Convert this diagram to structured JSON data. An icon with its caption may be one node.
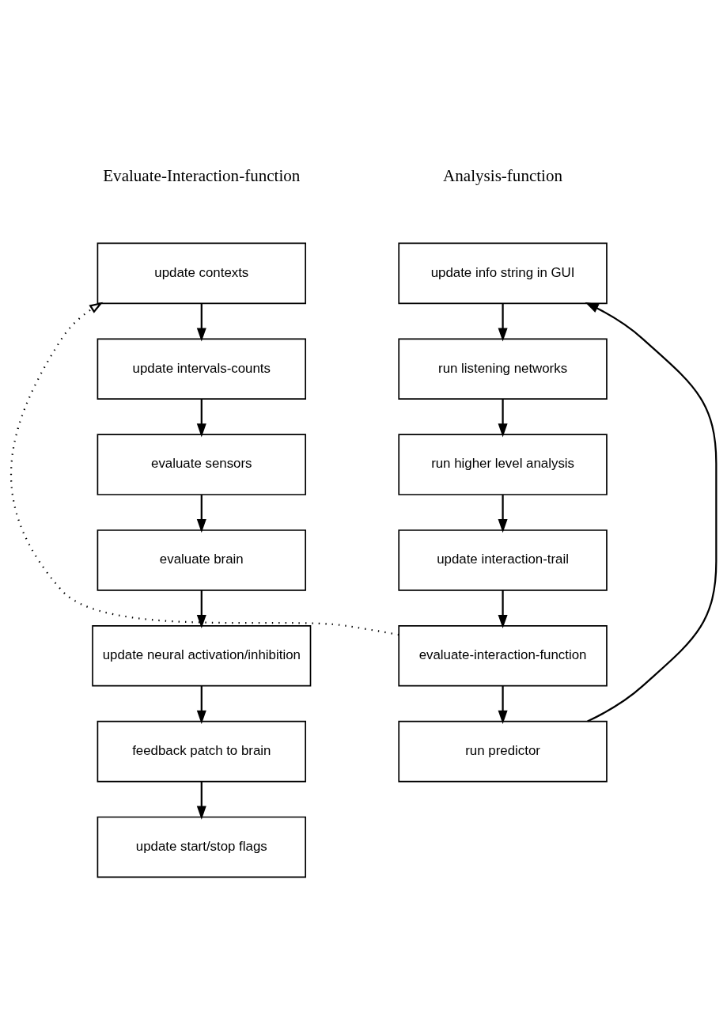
{
  "diagram": {
    "nodes": [
      {
        "text": [
          "update info string in GUI"
        ]
      },
      {
        "text": [
          "run listening networks"
        ]
      },
      {
        "text": [
          "run higher level analysis"
        ]
      },
      {
        "text": [
          "update interaction-trail"
        ]
      },
      {
        "text": [
          "evaluate-interaction-function"
        ]
      },
      {
        "text": [
          "run predictor"
        ]
      },
      {
        "text": [
          "update contexts"
        ]
      },
      {
        "text": [
          "update intervals-counts"
        ]
      },
      {
        "text": [
          "evaluate sensors"
        ]
      },
      {
        "text": [
          "evaluate brain"
        ]
      },
      {
        "text": [
          "update neural activation/inhibition"
        ]
      },
      {
        "text": [
          "feedback patch to brain"
        ]
      },
      {
        "text": [
          "update start/stop flags"
        ]
      }
    ],
    "edges": [
      {
        "from": 0,
        "to": 1,
        "arrow": "to"
      },
      {
        "from": 1,
        "to": 2,
        "arrow": "to"
      },
      {
        "from": 2,
        "to": 3,
        "arrow": "to"
      },
      {
        "from": 3,
        "to": 4,
        "arrow": "to"
      },
      {
        "from": 4,
        "to": 5,
        "arrow": "to"
      },
      {
        "from": 5,
        "to": 0,
        "arrow": "to"
      },
      {
        "from": 4,
        "to": 6,
        "arrow": "to",
        "style": "dashed"
      },
      {
        "from": 6,
        "to": 7,
        "arrow": "to"
      },
      {
        "from": 7,
        "to": 8,
        "arrow": "to"
      },
      {
        "from": 8,
        "to": 9,
        "arrow": "to"
      },
      {
        "from": 9,
        "to": 10,
        "arrow": "to"
      },
      {
        "from": 10,
        "to": 11,
        "arrow": "to"
      },
      {
        "from": 11,
        "to": 12,
        "arrow": "to"
      }
    ],
    "labels": [
      "Analysis-function",
      "Evaluate-Interaction-function"
    ]
  }
}
